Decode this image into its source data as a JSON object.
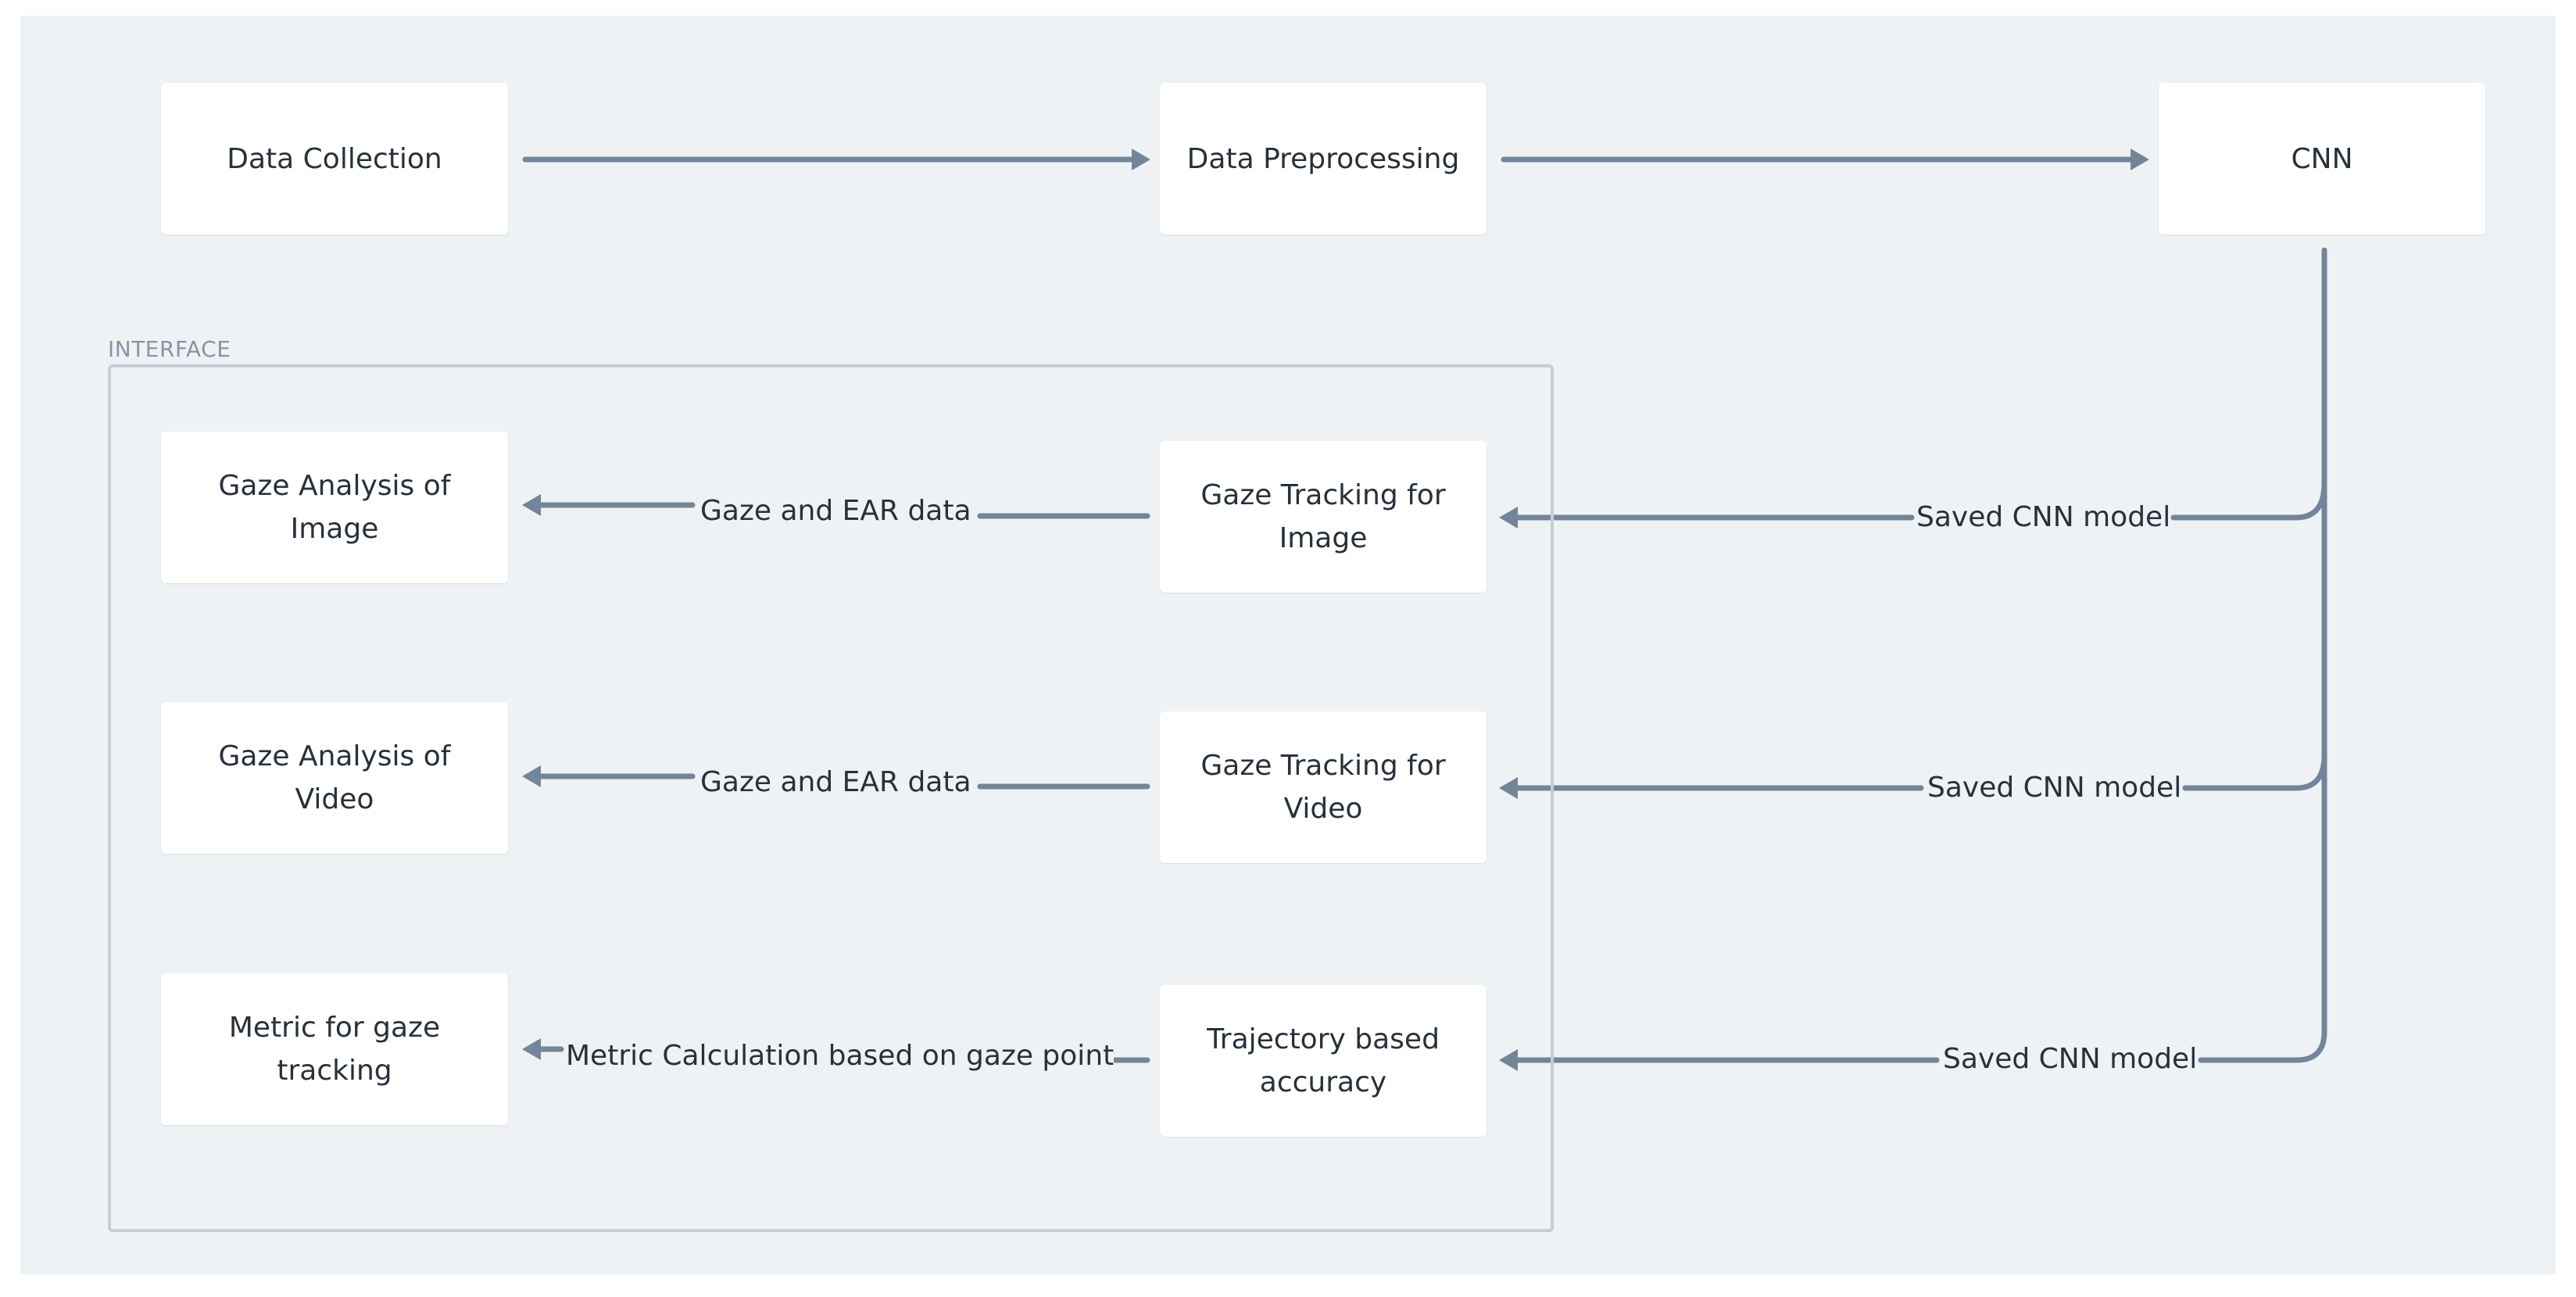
{
  "colors": {
    "background": "#eff2f5",
    "node_fill": "#ffffff",
    "edge": "#738598",
    "group_border": "#c3ced9",
    "text": "#27313b",
    "group_label": "#8795a4"
  },
  "group": {
    "label": "INTERFACE"
  },
  "nodes": {
    "data_collection": "Data Collection",
    "data_preprocessing": "Data Preprocessing",
    "cnn": "CNN",
    "gaze_analysis_image": "Gaze Analysis of Image",
    "gaze_tracking_image": "Gaze Tracking for Image",
    "gaze_analysis_video": "Gaze Analysis of Video",
    "gaze_tracking_video": "Gaze Tracking for Video",
    "metric_gaze_tracking": "Metric for gaze tracking",
    "trajectory_accuracy": "Trajectory based accuracy"
  },
  "edges": {
    "image_data": "Gaze and EAR data",
    "video_data": "Gaze and EAR data",
    "metric_calc": "Metric Calculation based on gaze point",
    "model_image": "Saved CNN model",
    "model_video": "Saved CNN model",
    "model_trajectory": "Saved CNN model"
  }
}
